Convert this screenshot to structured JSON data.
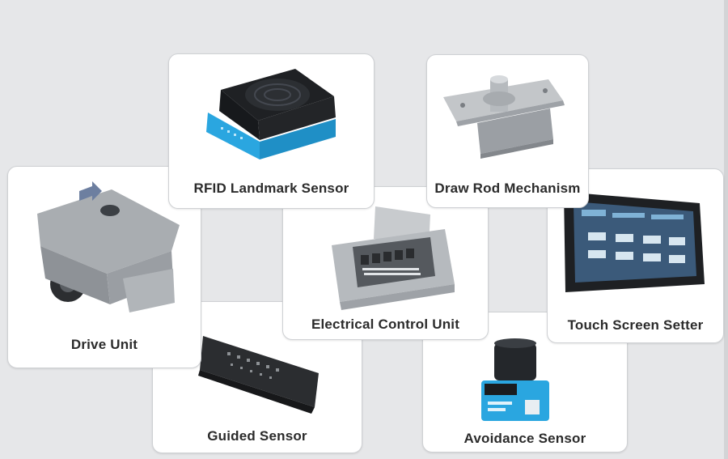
{
  "products": {
    "rfid": {
      "label": "RFID Landmark Sensor",
      "icon": "rfid-sensor-icon"
    },
    "draw_rod": {
      "label": "Draw Rod Mechanism",
      "icon": "draw-rod-icon"
    },
    "drive": {
      "label": "Drive Unit",
      "icon": "drive-unit-icon"
    },
    "electrical": {
      "label": "Electrical Control Unit",
      "icon": "control-box-icon"
    },
    "touch": {
      "label": "Touch Screen Setter",
      "icon": "touch-screen-icon"
    },
    "guided": {
      "label": "Guided Sensor",
      "icon": "guided-sensor-icon"
    },
    "avoidance": {
      "label": "Avoidance Sensor",
      "icon": "lidar-sensor-icon"
    }
  },
  "colors": {
    "background": "#e6e7e9",
    "card": "#ffffff",
    "accent_blue": "#2aa6e0",
    "metal": "#a7abaf",
    "dark": "#1d1f22"
  }
}
